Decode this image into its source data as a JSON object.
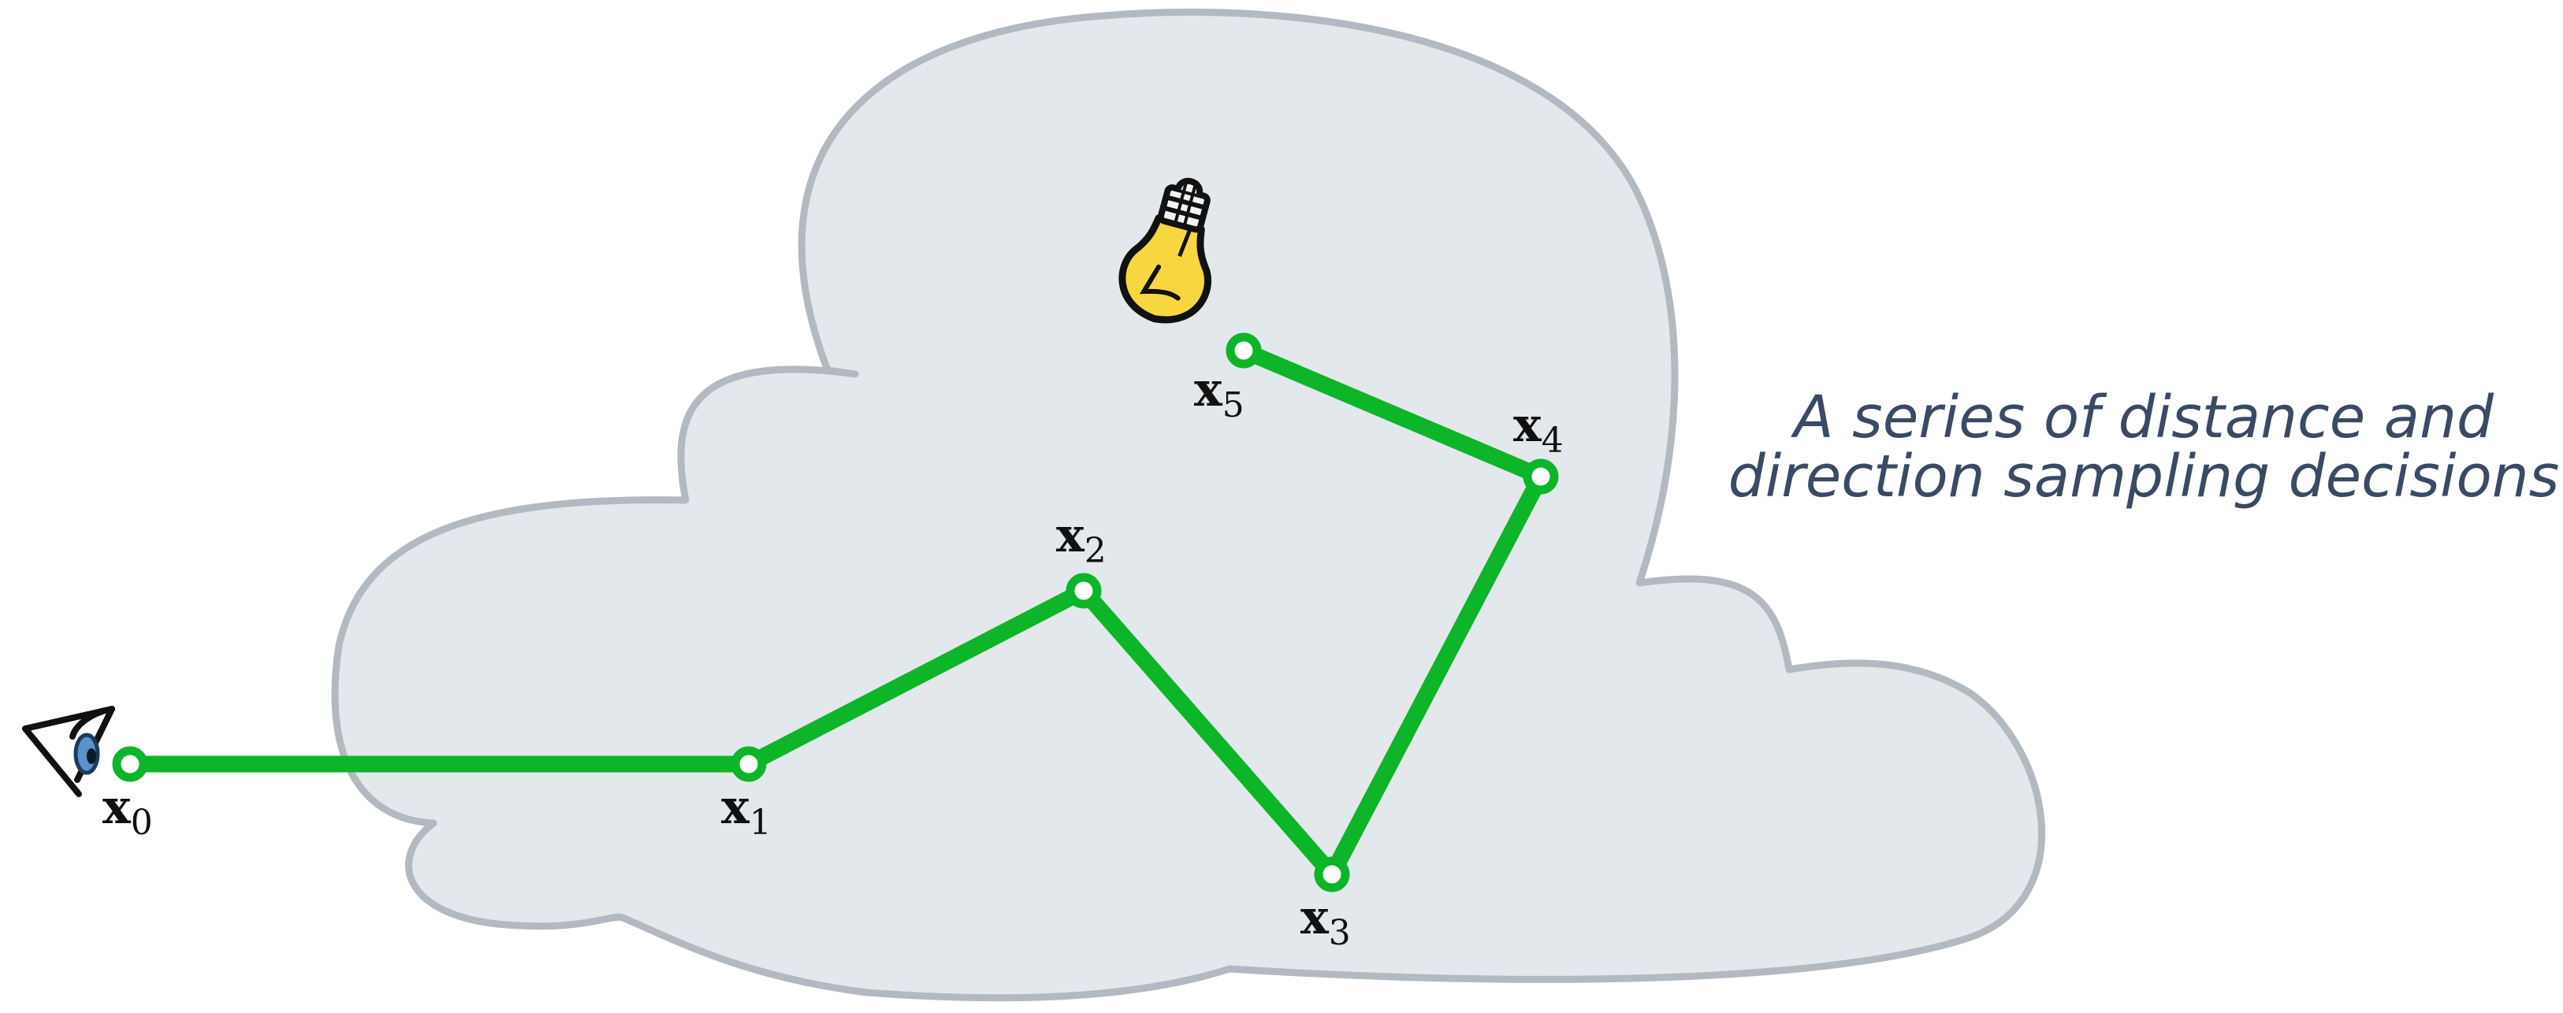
{
  "colors": {
    "medium_fill": "#e3e8ec",
    "medium_stroke": "#b3b9c0",
    "path": "#0db528",
    "bulb_glass": "#f7d640",
    "caption": "#3a4a63"
  },
  "icons": {
    "camera": "eye-icon",
    "light": "lightbulb-icon"
  },
  "vertices": [
    {
      "label": "x",
      "sub": "0"
    },
    {
      "label": "x",
      "sub": "1"
    },
    {
      "label": "x",
      "sub": "2"
    },
    {
      "label": "x",
      "sub": "3"
    },
    {
      "label": "x",
      "sub": "4"
    },
    {
      "label": "x",
      "sub": "5"
    }
  ],
  "caption": {
    "line1": "A series of distance and",
    "line2": "direction sampling decisions"
  }
}
